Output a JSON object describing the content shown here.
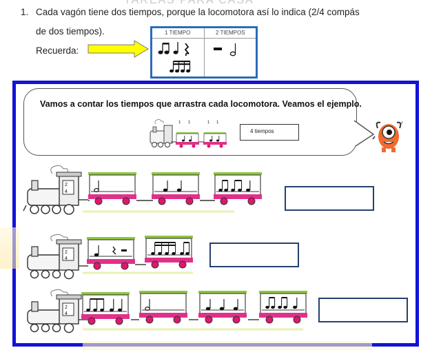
{
  "header": {
    "title_fragment": "TAREAS PARA CASA",
    "item_number": "1.",
    "line1": "Cada vagón tiene dos tiempos, porque la locomotora así lo indica (2/4 compás",
    "line2": "de dos tiempos).",
    "remember_label": "Recuerda:"
  },
  "reference": {
    "col1_label": "1 TIEMPO",
    "col2_label": "2 TIEMPOS"
  },
  "exercise": {
    "instruction": "Vamos a contar los tiempos que arrastra cada locomotora. Veamos el ejemplo.",
    "example_answer": "4 tiempos",
    "example_counts": [
      "1",
      "1",
      "1",
      "1"
    ],
    "train_count_label": "2 4"
  },
  "colors": {
    "main_border": "#1212d8",
    "reference_border": "#2b6cb8",
    "arrow_fill": "#ffff00",
    "wagon_roof": "#8dc63f",
    "wagon_base": "#e0318a",
    "wheel": "#e2156f"
  }
}
